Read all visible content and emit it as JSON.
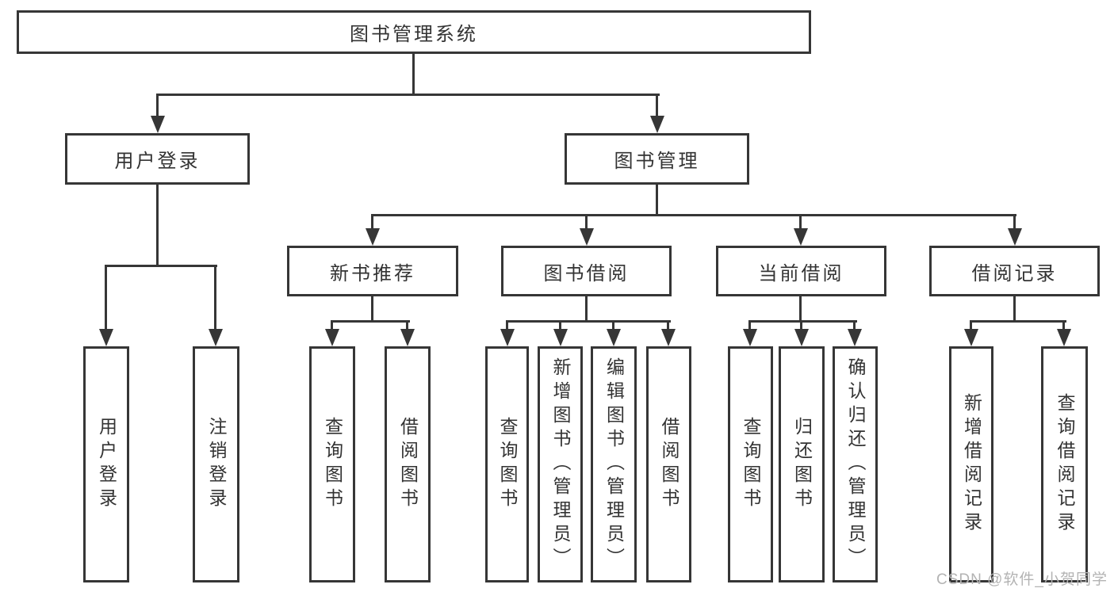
{
  "diagram": {
    "title": "图书管理系统",
    "user_login": {
      "label": "用户登录",
      "children": {
        "login": "用户登录",
        "logout": "注销登录"
      }
    },
    "book_mgmt": {
      "label": "图书管理",
      "new_books": {
        "label": "新书推荐",
        "children": {
          "query": "查询图书",
          "borrow": "借阅图书"
        }
      },
      "book_borrow": {
        "label": "图书借阅",
        "children": {
          "query": "查询图书",
          "add": "新增图书（管理员）",
          "edit": "编辑图书（管理员）",
          "borrow": "借阅图书"
        }
      },
      "current_borrow": {
        "label": "当前借阅",
        "children": {
          "query": "查询图书",
          "return": "归还图书",
          "confirm": "确认归还（管理员）"
        }
      },
      "borrow_records": {
        "label": "借阅记录",
        "children": {
          "add": "新增借阅记录",
          "query": "查询借阅记录"
        }
      }
    }
  },
  "watermark": {
    "text": "CSDN @软件_小贺同学"
  },
  "colors": {
    "line": "#363636",
    "text": "#333333",
    "watermark": "#b3b3b3",
    "background": "#ffffff"
  }
}
